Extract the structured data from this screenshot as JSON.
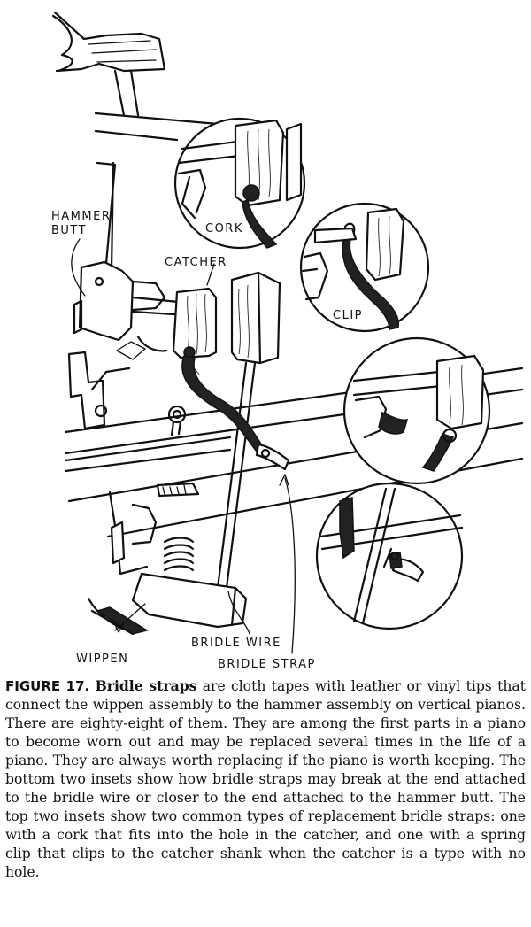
{
  "labels": {
    "hammer_butt_1": "HAMMER",
    "hammer_butt_2": "BUTT",
    "catcher": "CATCHER",
    "cork": "CORK",
    "clip": "CLIP",
    "wippen": "WIPPEN",
    "bridle_wire": "BRIDLE WIRE",
    "bridle_strap": "BRIDLE STRAP"
  },
  "caption": {
    "figure_label": "FIGURE 17.",
    "term": "Bridle straps",
    "text": "are cloth tapes with leather or vinyl tips that connect the wippen assembly to the hammer assembly on vertical pianos. There are eighty-eight of them. They are among the first parts in a piano to become worn out and may be replaced several times in the life of a piano. They are always worth replacing if the piano is worth keeping. The bottom two insets show how bridle straps may break at the end attached to the bridle wire or closer to the end attached to the hammer butt. The top two insets show two common types of replacement bridle straps: one with a cork that fits into the hole in the catcher, and one with a spring clip that clips to the catcher shank when the catcher is a type with no hole."
  }
}
